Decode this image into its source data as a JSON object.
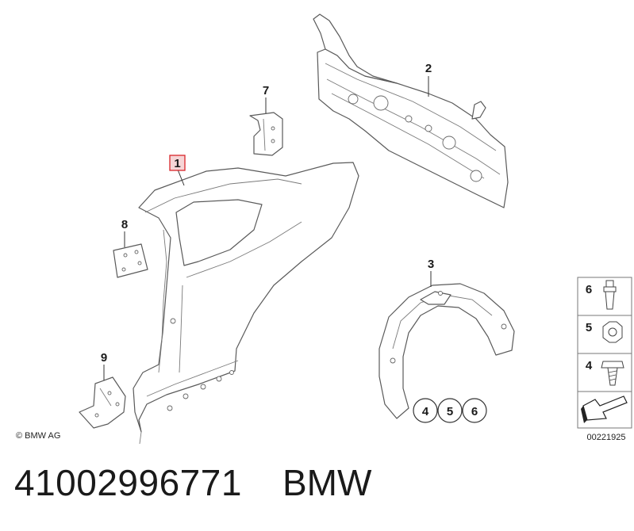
{
  "callouts": {
    "c1": "1",
    "c2": "2",
    "c3": "3",
    "c4": "4",
    "c5": "5",
    "c6": "6",
    "c7": "7",
    "c8": "8",
    "c9": "9"
  },
  "legend": {
    "kit_labels": [
      "4",
      "5",
      "6"
    ],
    "side_labels": [
      "6",
      "5",
      "4"
    ]
  },
  "copyright": "© BMW AG",
  "image_number": "00221925",
  "part_number": "41002996771",
  "brand": "BMW",
  "colors": {
    "highlight": "#d9262b",
    "highlight_fill": "#f6d5d6",
    "line": "#5a5a5a"
  }
}
